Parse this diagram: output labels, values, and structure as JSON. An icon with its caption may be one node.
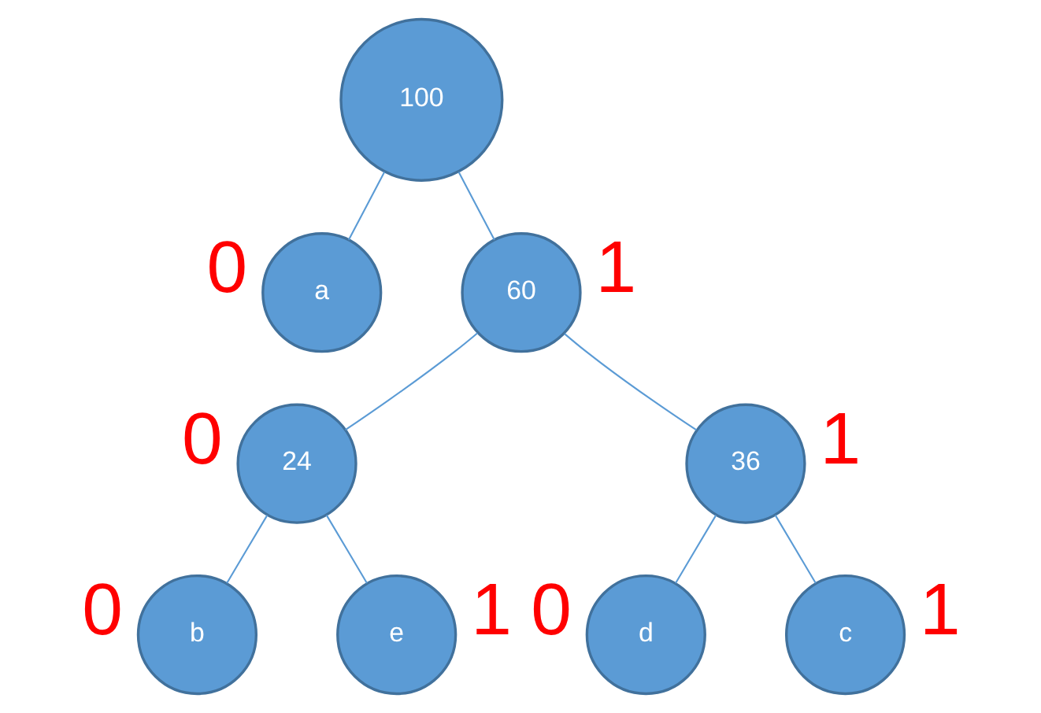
{
  "diagram": {
    "nodes": [
      {
        "text": [
          "100"
        ]
      },
      {
        "text": [
          "a"
        ],
        "beside": [
          "0"
        ]
      },
      {
        "text": [
          "60"
        ],
        "beside": [
          "1"
        ]
      },
      {
        "text": [
          "24"
        ],
        "beside": [
          "0"
        ]
      },
      {
        "text": [
          "36"
        ],
        "beside": [
          "1"
        ]
      },
      {
        "text": [
          "b"
        ],
        "beside": [
          "0"
        ]
      },
      {
        "text": [
          "e"
        ],
        "beside": [
          "1"
        ]
      },
      {
        "text": [
          "d"
        ],
        "beside": [
          "0"
        ]
      },
      {
        "text": [
          "c"
        ],
        "beside": [
          "1"
        ]
      }
    ],
    "edges": [
      {
        "from": 0,
        "to": 1,
        "arrow": "none"
      },
      {
        "from": 0,
        "to": 2,
        "arrow": "none"
      },
      {
        "from": 2,
        "to": 3,
        "arrow": "none"
      },
      {
        "from": 2,
        "to": 4,
        "arrow": "none"
      },
      {
        "from": 3,
        "to": 5,
        "arrow": "none"
      },
      {
        "from": 3,
        "to": 6,
        "arrow": "none"
      },
      {
        "from": 4,
        "to": 7,
        "arrow": "none"
      },
      {
        "from": 4,
        "to": 8,
        "arrow": "none"
      }
    ]
  }
}
